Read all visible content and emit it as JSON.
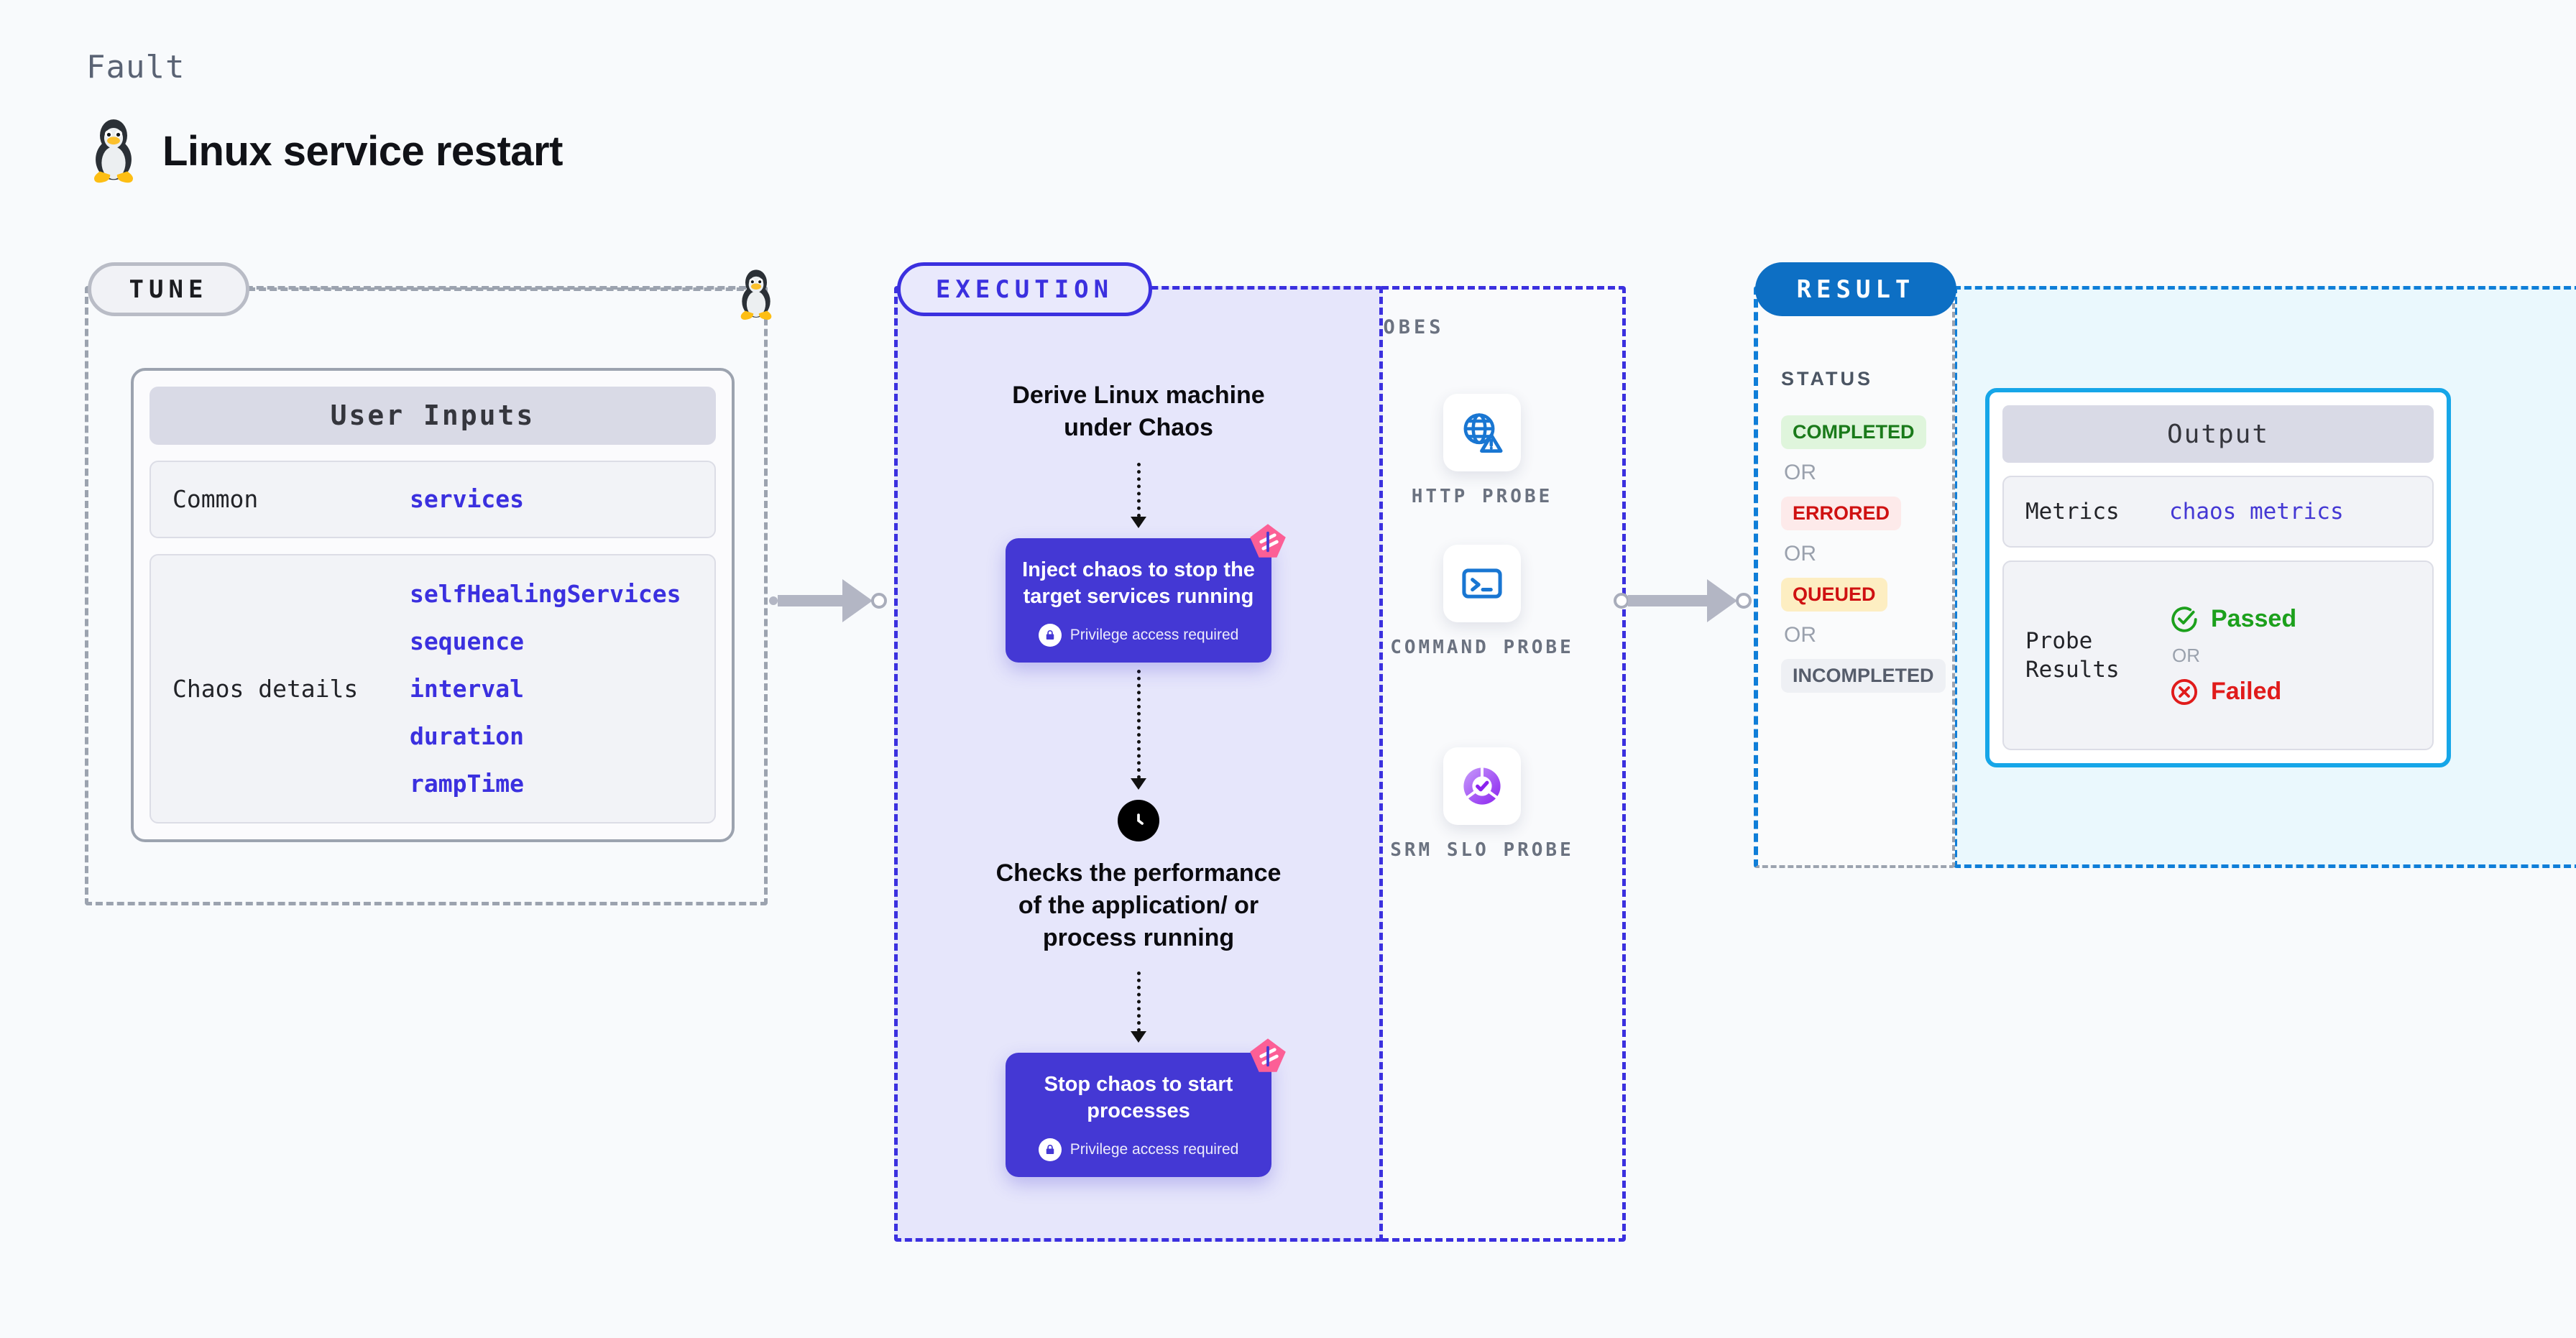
{
  "header": {
    "eyebrow": "Fault",
    "title": "Linux service restart",
    "icon": "linux-penguin-icon"
  },
  "tune": {
    "label": "TUNE",
    "card_title": "User Inputs",
    "rows": [
      {
        "key": "Common",
        "values": [
          "services"
        ]
      },
      {
        "key": "Chaos details",
        "values": [
          "selfHealingServices",
          "sequence",
          "interval",
          "duration",
          "rampTime"
        ]
      }
    ]
  },
  "execution": {
    "label": "EXECUTION",
    "steps": [
      {
        "type": "text",
        "text": "Derive Linux machine under Chaos"
      },
      {
        "type": "chaos",
        "title": "Inject chaos to stop the target services running",
        "privilege": "Privilege access required",
        "badge": "litmus-chaos-icon"
      },
      {
        "type": "icon",
        "icon": "clock-icon"
      },
      {
        "type": "text",
        "text": "Checks the performance of the application/ or process running"
      },
      {
        "type": "chaos",
        "title": "Stop chaos to start processes",
        "privilege": "Privilege access required",
        "badge": "litmus-chaos-icon"
      }
    ]
  },
  "probes": {
    "title": "PROBES",
    "items": [
      {
        "name": "HTTP PROBE",
        "icon": "globe-warning-icon"
      },
      {
        "name": "COMMAND PROBE",
        "icon": "terminal-icon"
      },
      {
        "name": "SRM SLO PROBE",
        "icon": "slo-gauge-icon"
      }
    ]
  },
  "result": {
    "label": "RESULT",
    "status_title": "STATUS",
    "or_text": "OR",
    "statuses": [
      {
        "text": "COMPLETED",
        "bg": "#dff5dc",
        "fg": "#1a7a1a"
      },
      {
        "text": "ERRORED",
        "bg": "#fdeaea",
        "fg": "#cf1111"
      },
      {
        "text": "QUEUED",
        "bg": "#fdeec2",
        "fg": "#cf1111"
      },
      {
        "text": "INCOMPLETED",
        "bg": "#eef0f4",
        "fg": "#565d6b"
      }
    ],
    "output": {
      "title": "Output",
      "metrics_key": "Metrics",
      "metrics_value": "chaos metrics",
      "probe_key": "Probe Results",
      "passed": "Passed",
      "failed": "Failed",
      "or_text": "OR",
      "passed_icon": "check-circle-icon",
      "failed_icon": "x-circle-icon"
    }
  },
  "colors": {
    "indigo": "#4438d4",
    "result_blue": "#0d6fc4",
    "output_border": "#16a6e8",
    "pass_green": "#1ca01c",
    "fail_red": "#e01b1b",
    "pink": "#fc5f96"
  }
}
